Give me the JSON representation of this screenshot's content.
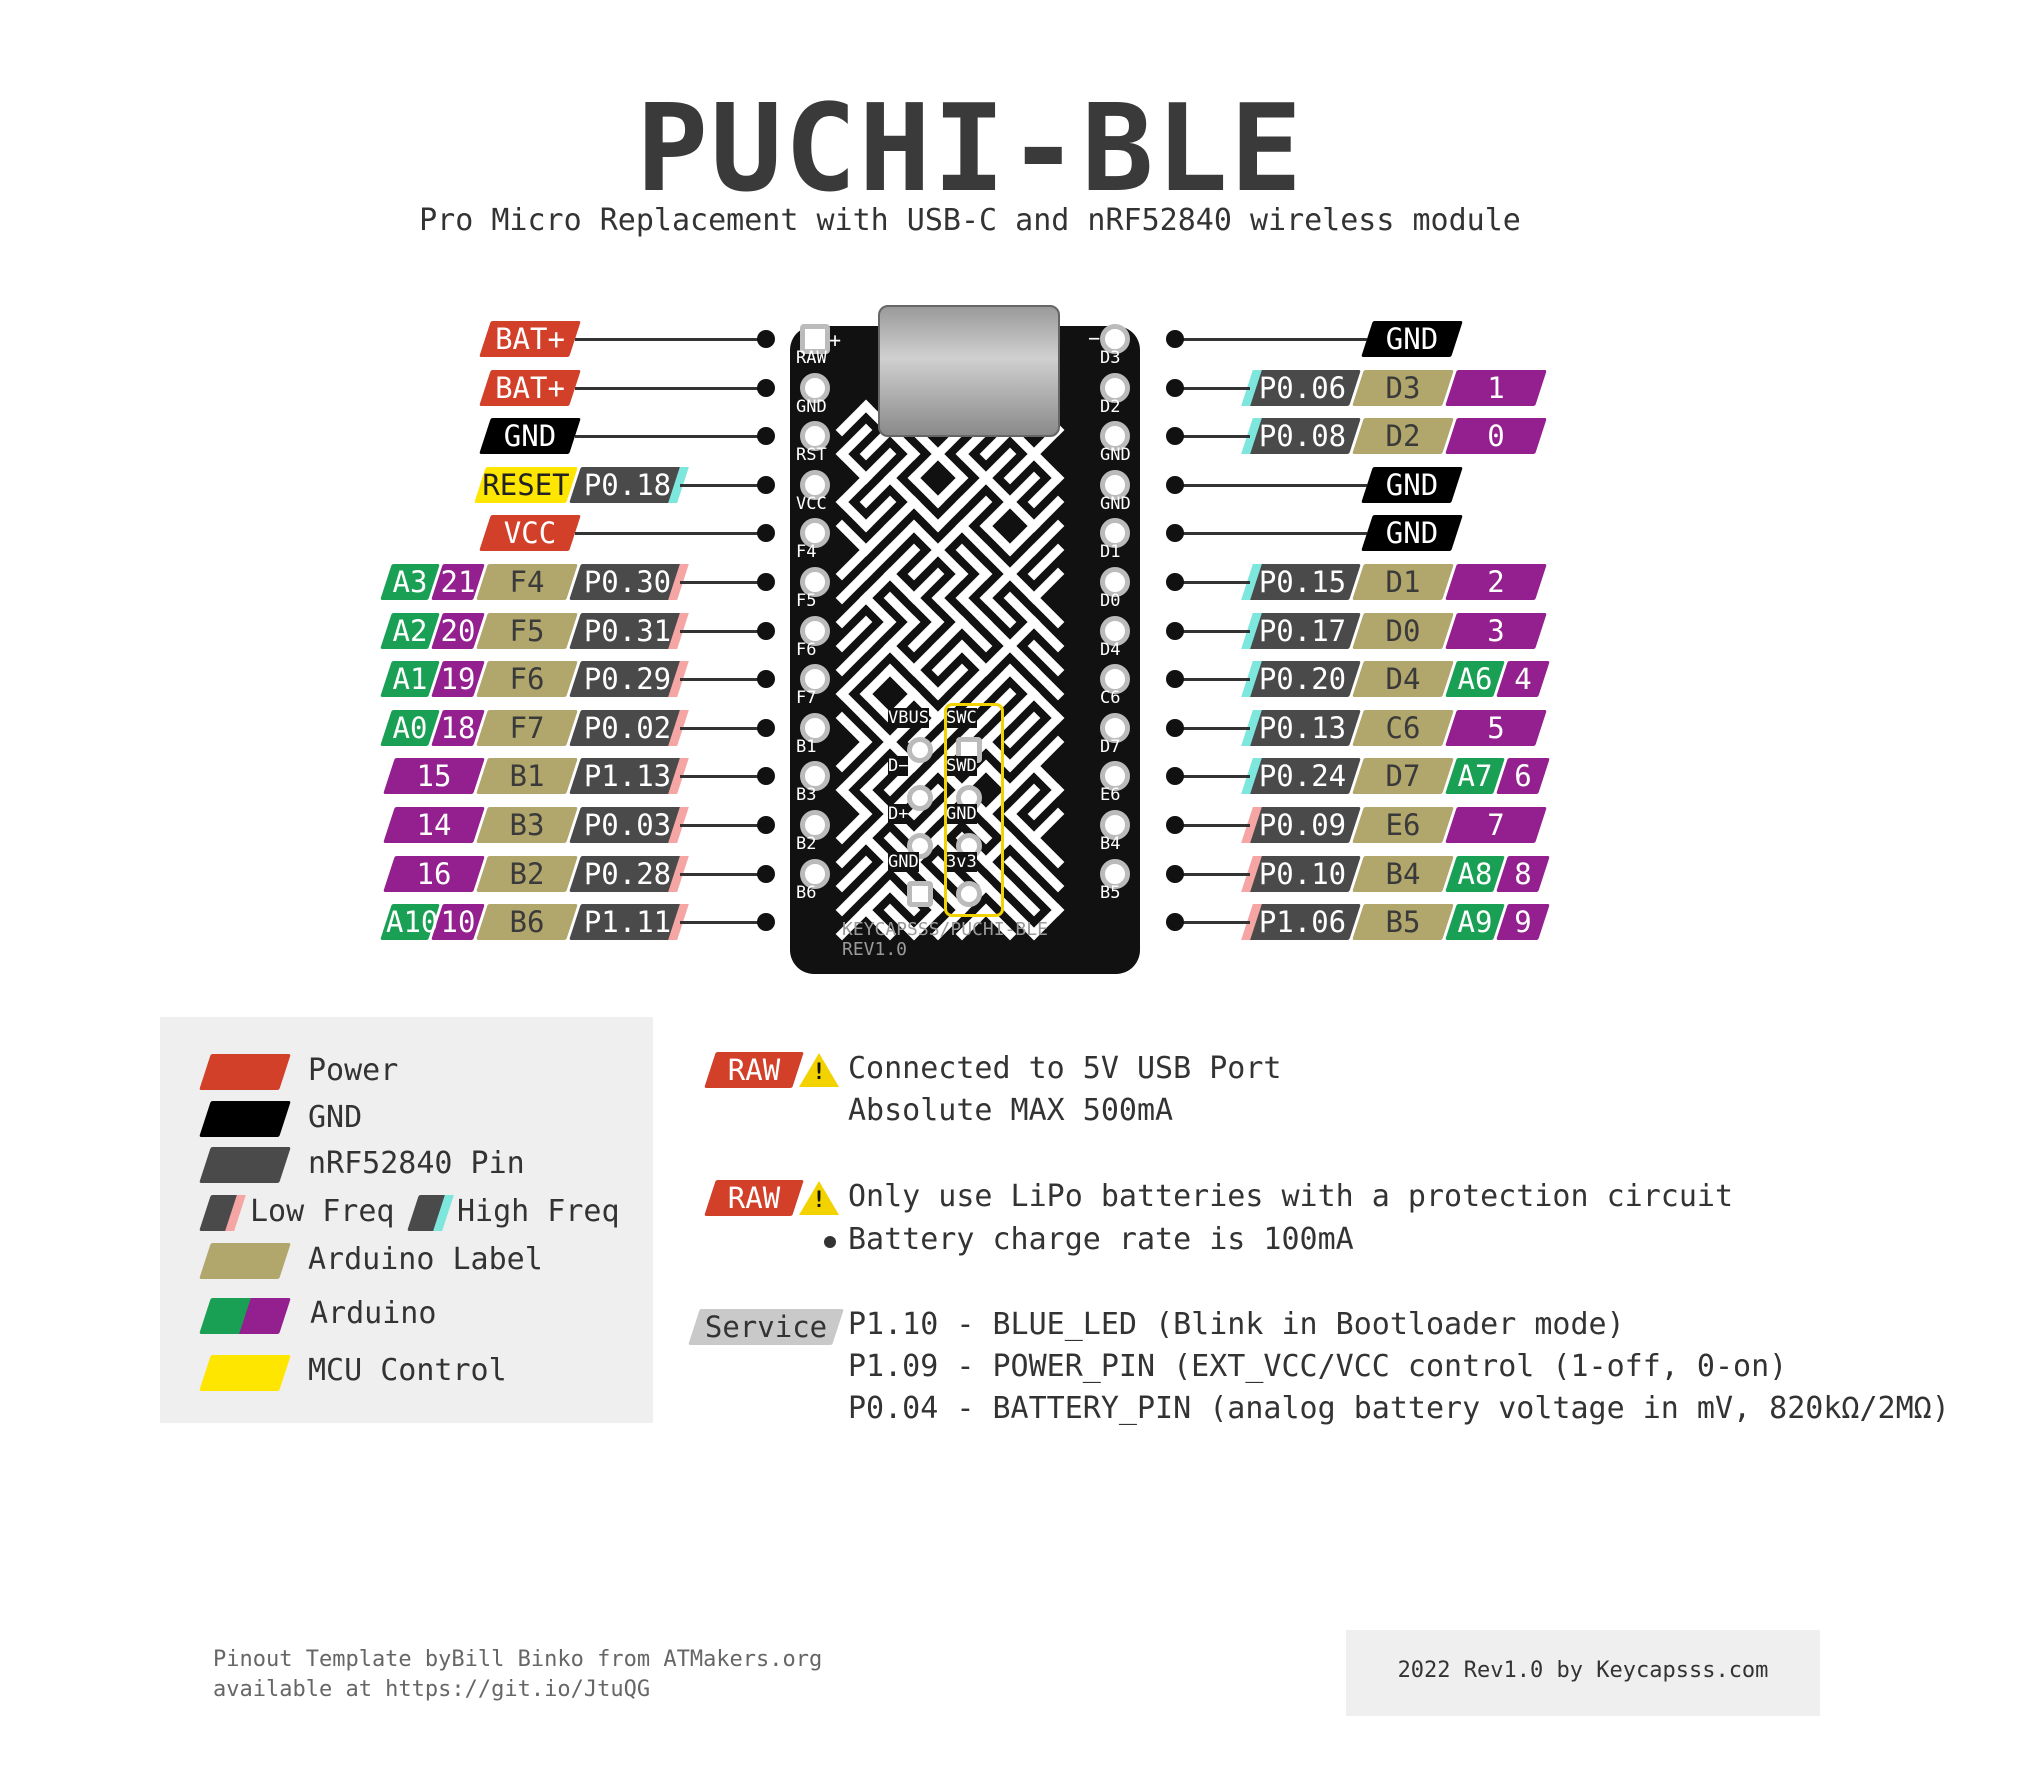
{
  "title": "PUCHI-BLE",
  "subtitle": "Pro Micro Replacement with USB-C and nRF52840 wireless module",
  "colors": {
    "power": "#d2402a",
    "gnd": "#000000",
    "nrf": "#4a4a4a",
    "arduino_label": "#b1a66c",
    "arduino_green": "#1aa055",
    "arduino_purple": "#941f8f",
    "mcu": "#ffe600",
    "low_freq": "#f6a5a5",
    "high_freq": "#7de6dd",
    "service": "#c9c9c9"
  },
  "left_pins": [
    {
      "labels": [
        {
          "c": "power",
          "t": "BAT+"
        }
      ]
    },
    {
      "labels": [
        {
          "c": "power",
          "t": "BAT+"
        }
      ]
    },
    {
      "labels": [
        {
          "c": "gnd",
          "t": "GND"
        }
      ]
    },
    {
      "labels": [
        {
          "c": "mcu",
          "t": "RESET"
        },
        {
          "c": "nrf",
          "t": "P0.18",
          "f": "high"
        }
      ]
    },
    {
      "labels": [
        {
          "c": "power",
          "t": "VCC"
        }
      ]
    },
    {
      "labels": [
        {
          "c": "green",
          "t": "A3"
        },
        {
          "c": "purple",
          "t": "21"
        },
        {
          "c": "ard",
          "t": "F4"
        },
        {
          "c": "nrf",
          "t": "P0.30",
          "f": "low"
        }
      ]
    },
    {
      "labels": [
        {
          "c": "green",
          "t": "A2"
        },
        {
          "c": "purple",
          "t": "20"
        },
        {
          "c": "ard",
          "t": "F5"
        },
        {
          "c": "nrf",
          "t": "P0.31",
          "f": "low"
        }
      ]
    },
    {
      "labels": [
        {
          "c": "green",
          "t": "A1"
        },
        {
          "c": "purple",
          "t": "19"
        },
        {
          "c": "ard",
          "t": "F6"
        },
        {
          "c": "nrf",
          "t": "P0.29",
          "f": "low"
        }
      ]
    },
    {
      "labels": [
        {
          "c": "green",
          "t": "A0"
        },
        {
          "c": "purple",
          "t": "18"
        },
        {
          "c": "ard",
          "t": "F7"
        },
        {
          "c": "nrf",
          "t": "P0.02",
          "f": "low"
        }
      ]
    },
    {
      "labels": [
        {
          "c": "purpleW",
          "t": "15"
        },
        {
          "c": "ard",
          "t": "B1"
        },
        {
          "c": "nrf",
          "t": "P1.13",
          "f": "low"
        }
      ]
    },
    {
      "labels": [
        {
          "c": "purpleW",
          "t": "14"
        },
        {
          "c": "ard",
          "t": "B3"
        },
        {
          "c": "nrf",
          "t": "P0.03",
          "f": "low"
        }
      ]
    },
    {
      "labels": [
        {
          "c": "purpleW",
          "t": "16"
        },
        {
          "c": "ard",
          "t": "B2"
        },
        {
          "c": "nrf",
          "t": "P0.28",
          "f": "low"
        }
      ]
    },
    {
      "labels": [
        {
          "c": "green",
          "t": "A10"
        },
        {
          "c": "purple",
          "t": "10"
        },
        {
          "c": "ard",
          "t": "B6"
        },
        {
          "c": "nrf",
          "t": "P1.11",
          "f": "low"
        }
      ]
    }
  ],
  "right_pins": [
    {
      "labels": [
        {
          "c": "gnd",
          "t": "GND"
        }
      ]
    },
    {
      "labels": [
        {
          "c": "nrf",
          "t": "P0.06",
          "f": "high"
        },
        {
          "c": "ard",
          "t": "D3"
        },
        {
          "c": "purpleW",
          "t": "1"
        }
      ]
    },
    {
      "labels": [
        {
          "c": "nrf",
          "t": "P0.08",
          "f": "high"
        },
        {
          "c": "ard",
          "t": "D2"
        },
        {
          "c": "purpleW",
          "t": "0"
        }
      ]
    },
    {
      "labels": [
        {
          "c": "gnd",
          "t": "GND"
        }
      ]
    },
    {
      "labels": [
        {
          "c": "gnd",
          "t": "GND"
        }
      ]
    },
    {
      "labels": [
        {
          "c": "nrf",
          "t": "P0.15",
          "f": "high"
        },
        {
          "c": "ard",
          "t": "D1"
        },
        {
          "c": "purpleW",
          "t": "2"
        }
      ]
    },
    {
      "labels": [
        {
          "c": "nrf",
          "t": "P0.17",
          "f": "high"
        },
        {
          "c": "ard",
          "t": "D0"
        },
        {
          "c": "purpleW",
          "t": "3"
        }
      ]
    },
    {
      "labels": [
        {
          "c": "nrf",
          "t": "P0.20",
          "f": "high"
        },
        {
          "c": "ard",
          "t": "D4"
        },
        {
          "c": "green",
          "t": "A6"
        },
        {
          "c": "purple",
          "t": "4"
        }
      ]
    },
    {
      "labels": [
        {
          "c": "nrf",
          "t": "P0.13",
          "f": "high"
        },
        {
          "c": "ard",
          "t": "C6"
        },
        {
          "c": "purpleW",
          "t": "5"
        }
      ]
    },
    {
      "labels": [
        {
          "c": "nrf",
          "t": "P0.24",
          "f": "high"
        },
        {
          "c": "ard",
          "t": "D7"
        },
        {
          "c": "green",
          "t": "A7"
        },
        {
          "c": "purple",
          "t": "6"
        }
      ]
    },
    {
      "labels": [
        {
          "c": "nrf",
          "t": "P0.09",
          "f": "low"
        },
        {
          "c": "ard",
          "t": "E6"
        },
        {
          "c": "purpleW",
          "t": "7"
        }
      ]
    },
    {
      "labels": [
        {
          "c": "nrf",
          "t": "P0.10",
          "f": "low"
        },
        {
          "c": "ard",
          "t": "B4"
        },
        {
          "c": "green",
          "t": "A8"
        },
        {
          "c": "purple",
          "t": "8"
        }
      ]
    },
    {
      "labels": [
        {
          "c": "nrf",
          "t": "P1.06",
          "f": "low"
        },
        {
          "c": "ard",
          "t": "B5"
        },
        {
          "c": "green",
          "t": "A9"
        },
        {
          "c": "purple",
          "t": "9"
        }
      ]
    }
  ],
  "board": {
    "plus": "+",
    "minus": "−",
    "left_labels": [
      "RAW",
      "GND",
      "RST",
      "VCC",
      "F4",
      "F5",
      "F6",
      "F7",
      "B1",
      "B3",
      "B2",
      "B6"
    ],
    "right_labels": [
      "D3",
      "D2",
      "GND",
      "GND",
      "D1",
      "D0",
      "D4",
      "C6",
      "D7",
      "E6",
      "B4",
      "B5"
    ],
    "swd_left": [
      "VBUS",
      "D−",
      "D+",
      "GND"
    ],
    "swd_right": [
      "SWC",
      "SWD",
      "GND",
      "3v3"
    ],
    "silk1": "KEYCAPSSS/PUCHI-BLE",
    "silk2": "REV1.0"
  },
  "legend": {
    "power": "Power",
    "gnd": "GND",
    "nrf": "nRF52840 Pin",
    "low": "Low Freq",
    "high": "High Freq",
    "ard_label": "Arduino Label",
    "arduino": "Arduino",
    "mcu": "MCU Control"
  },
  "notes": {
    "raw_tag": "RAW",
    "warn_symbol": "!",
    "raw1_line1": "Connected to 5V USB Port",
    "raw1_line2": "Absolute MAX 500mA",
    "raw2_line1": "Only use LiPo batteries with a protection circuit",
    "raw2_line2": "Battery charge rate is 100mA",
    "service_tag": "Service",
    "svc1": "P1.10 - BLUE_LED (Blink in Bootloader mode)",
    "svc2": "P1.09 - POWER_PIN (EXT_VCC/VCC control (1-off, 0-on)",
    "svc3": "P0.04 - BATTERY_PIN (analog battery voltage in mV, 820kΩ/2MΩ)"
  },
  "footer": {
    "template1": "Pinout Template byBill Binko from ATMakers.org",
    "template2": "available at https://git.io/JtuQG",
    "credit": "2022 Rev1.0 by Keycapsss.com"
  }
}
